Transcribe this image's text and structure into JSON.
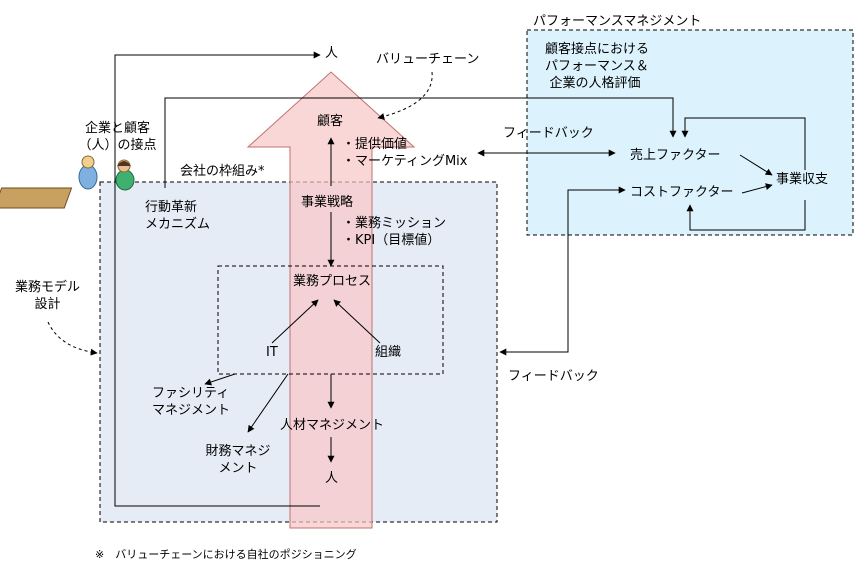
{
  "colors": {
    "company_box_fill": "#e6ecf5",
    "perf_box_fill": "#dcf2fd",
    "value_chain_arrow_fill": "#f8c6c6",
    "value_chain_arrow_stroke": "#d08080",
    "line": "#000000"
  },
  "icons": {
    "customer_contact": "people-at-desk-icon"
  },
  "labels": {
    "person_top": "人",
    "value_chain": "バリューチェーン",
    "perf_mgmt_title": "パフォーマンスマネジメント",
    "perf_eval_line1": "顧客接点における",
    "perf_eval_line2": "パフォーマンス＆",
    "perf_eval_line3": "企業の人格評価",
    "company_customer_line1": "企業と顧客",
    "company_customer_line2": "（人）の接点",
    "customer": "顧客",
    "value_item1": "・提供価値",
    "value_item2": "・マーケティングMix",
    "feedback_top": "フィードバック",
    "sales_factor": "売上ファクター",
    "cost_factor": "コストファクター",
    "business_pl": "事業収支",
    "company_framework": "会社の枠組み*",
    "action_innovation_line1": "行動革新",
    "action_innovation_line2": "メカニズム",
    "business_strategy": "事業戦略",
    "strategy_item1": "・業務ミッション",
    "strategy_item2": "・KPI（目標値）",
    "business_model_line1": "業務モデル",
    "business_model_line2": "設計",
    "business_process": "業務プロセス",
    "it": "IT",
    "organization": "組織",
    "feedback_bottom": "フィードバック",
    "facility_line1": "ファシリティ",
    "facility_line2": "マネジメント",
    "hr_mgmt": "人材マネジメント",
    "finance_line1": "財務マネジ",
    "finance_line2": "メント",
    "person_bottom": "人",
    "footnote": "※　バリューチェーンにおける自社のポジショニング"
  }
}
